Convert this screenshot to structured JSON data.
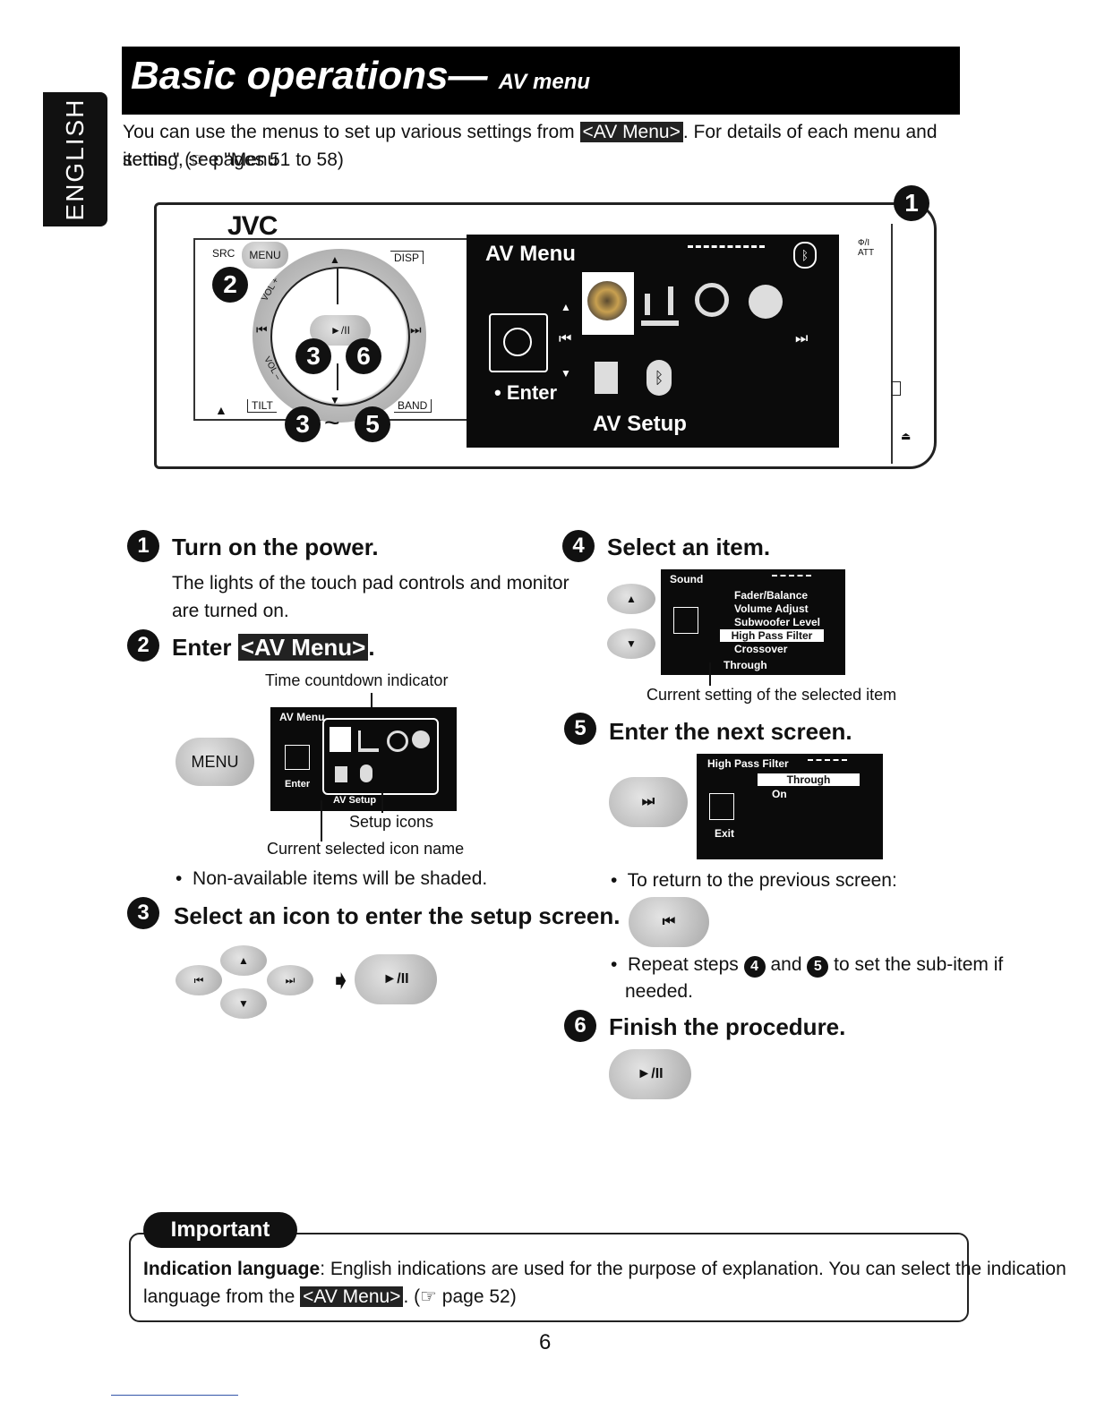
{
  "side_tab": "ENGLISH",
  "header": {
    "title": "Basic operations—",
    "subtitle": "AV menu"
  },
  "intro": {
    "line1_a": "You can use the menus to set up various settings from ",
    "line1_hl": "<AV Menu>",
    "line1_b": ". For details of each menu and setting, see \"Menu",
    "line2": "items.\" (☞ pages 51 to 58)"
  },
  "device": {
    "brand": "JVC",
    "src": "SRC",
    "menu": "MENU",
    "disp": "DISP",
    "tilt": "TILT",
    "band": "BAND",
    "vol_plus": "VOL +",
    "vol_minus": "VOL –",
    "play_pause": "►/II",
    "power_att": "Ф/I ATT",
    "callout_1": "1",
    "callout_2": "2",
    "callout_3a": "3",
    "callout_6": "6",
    "callout_3b": "3",
    "callout_tilde": "~",
    "callout_5": "5",
    "screen": {
      "title": "AV Menu",
      "enter": "Enter",
      "selected": "AV Setup"
    }
  },
  "steps": {
    "s1": {
      "num": "1",
      "title": "Turn on the power.",
      "body1": "The lights of the touch pad controls and monitor",
      "body2": "are turned on."
    },
    "s2": {
      "num": "2",
      "title_a": "Enter ",
      "title_hl": "<AV Menu>",
      "title_b": ".",
      "label_countdown": "Time countdown indicator",
      "label_setup_icons": "Setup icons",
      "label_current": "Current selected icon name",
      "btn": "MENU",
      "mini_title": "AV Menu",
      "mini_enter": "Enter",
      "mini_selected": "AV Setup",
      "note": "Non-available items will be shaded."
    },
    "s3": {
      "num": "3",
      "title": "Select an icon to enter the setup screen."
    },
    "s4": {
      "num": "4",
      "title": "Select an item.",
      "menu_title": "Sound",
      "items": [
        "Fader/Balance",
        "Volume Adjust",
        "Subwoofer Level",
        "High Pass Filter",
        "Crossover"
      ],
      "current": "Through",
      "label": "Current setting of the selected item"
    },
    "s5": {
      "num": "5",
      "title": "Enter the next screen.",
      "menu_title": "High Pass Filter",
      "items": [
        "Through",
        "On"
      ],
      "exit": "Exit",
      "note_return": "To return to the previous screen:",
      "note_repeat_a": "Repeat steps ",
      "note_repeat_n4": "4",
      "note_repeat_mid": " and ",
      "note_repeat_n5": "5",
      "note_repeat_b": " to set the sub-item if",
      "note_repeat_c": "needed."
    },
    "s6": {
      "num": "6",
      "title": "Finish the procedure."
    }
  },
  "important": {
    "label": "Important",
    "bold": "Indication language",
    "text1": ": English indications are used for the purpose of explanation. You can select the indication",
    "text2_a": "language from the ",
    "text2_hl": "<AV Menu>",
    "text2_b": ". (☞ page 52)"
  },
  "page_number": "6"
}
